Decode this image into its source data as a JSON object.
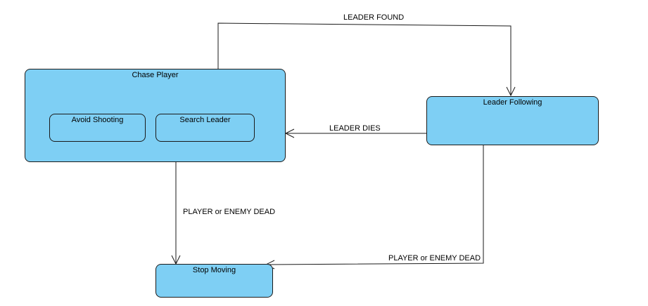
{
  "diagram": {
    "states": {
      "chase_player": {
        "label": "Chase Player",
        "substates": {
          "avoid_shooting": "Avoid Shooting",
          "search_leader": "Search Leader"
        }
      },
      "leader_following": {
        "label": "Leader Following"
      },
      "stop_moving": {
        "label": "Stop Moving"
      }
    },
    "transitions": {
      "leader_found": "LEADER FOUND",
      "leader_dies": "LEADER DIES",
      "chase_to_stop": "PLAYER or ENEMY DEAD",
      "leader_to_stop": "PLAYER or ENEMY DEAD"
    },
    "colors": {
      "state_fill": "#7ecff4",
      "state_border": "#1a1a1a",
      "edge": "#1a1a1a"
    }
  }
}
